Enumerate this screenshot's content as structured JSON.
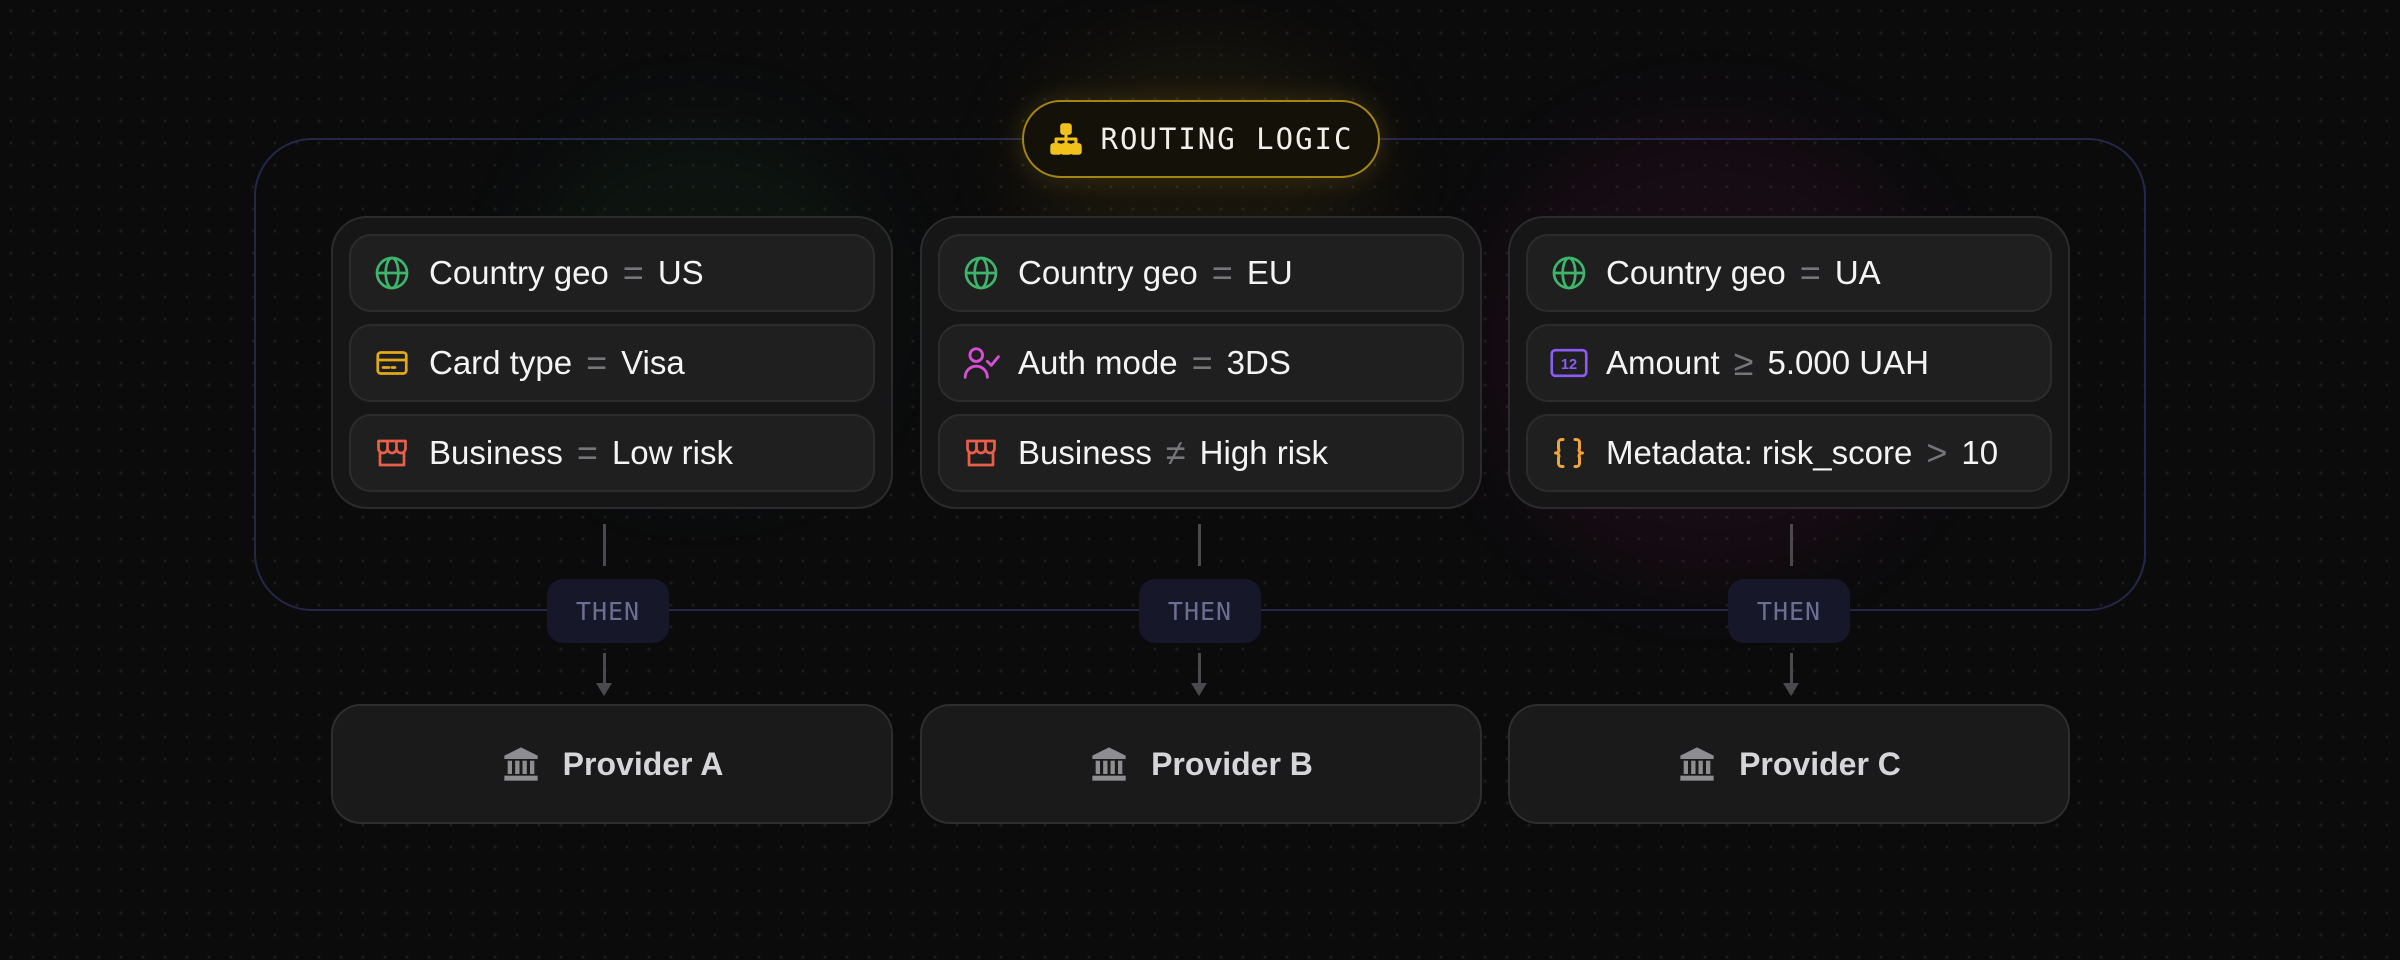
{
  "title": {
    "label": "ROUTING LOGIC",
    "icon": "sitemap-icon"
  },
  "colors": {
    "globe": "#3fb56b",
    "card": "#e3a917",
    "store": "#e8604a",
    "user_check": "#d64fd6",
    "numbers": "#8b5cf6",
    "braces": "#f0a43c",
    "title_accent": "#f2c21a"
  },
  "rules": [
    {
      "conditions": [
        {
          "icon": "globe-icon",
          "field": "Country geo",
          "operator": "=",
          "value": "US"
        },
        {
          "icon": "credit-card-icon",
          "field": "Card type",
          "operator": "=",
          "value": "Visa"
        },
        {
          "icon": "store-icon",
          "field": "Business",
          "operator": "=",
          "value": "Low risk"
        }
      ],
      "connector": "THEN",
      "provider": {
        "icon": "bank-icon",
        "label": "Provider A"
      }
    },
    {
      "conditions": [
        {
          "icon": "globe-icon",
          "field": "Country geo",
          "operator": "=",
          "value": "EU"
        },
        {
          "icon": "user-check-icon",
          "field": "Auth mode",
          "operator": "=",
          "value": "3DS"
        },
        {
          "icon": "store-icon",
          "field": "Business",
          "operator": "≠",
          "value": "High risk"
        }
      ],
      "connector": "THEN",
      "provider": {
        "icon": "bank-icon",
        "label": "Provider B"
      }
    },
    {
      "conditions": [
        {
          "icon": "globe-icon",
          "field": "Country geo",
          "operator": "=",
          "value": "UA"
        },
        {
          "icon": "numbers-icon",
          "field": "Amount",
          "operator": "≥",
          "value": "5.000 UAH"
        },
        {
          "icon": "braces-icon",
          "field": "Metadata: risk_score",
          "operator": ">",
          "value": "10"
        }
      ],
      "connector": "THEN",
      "provider": {
        "icon": "bank-icon",
        "label": "Provider C"
      }
    }
  ]
}
